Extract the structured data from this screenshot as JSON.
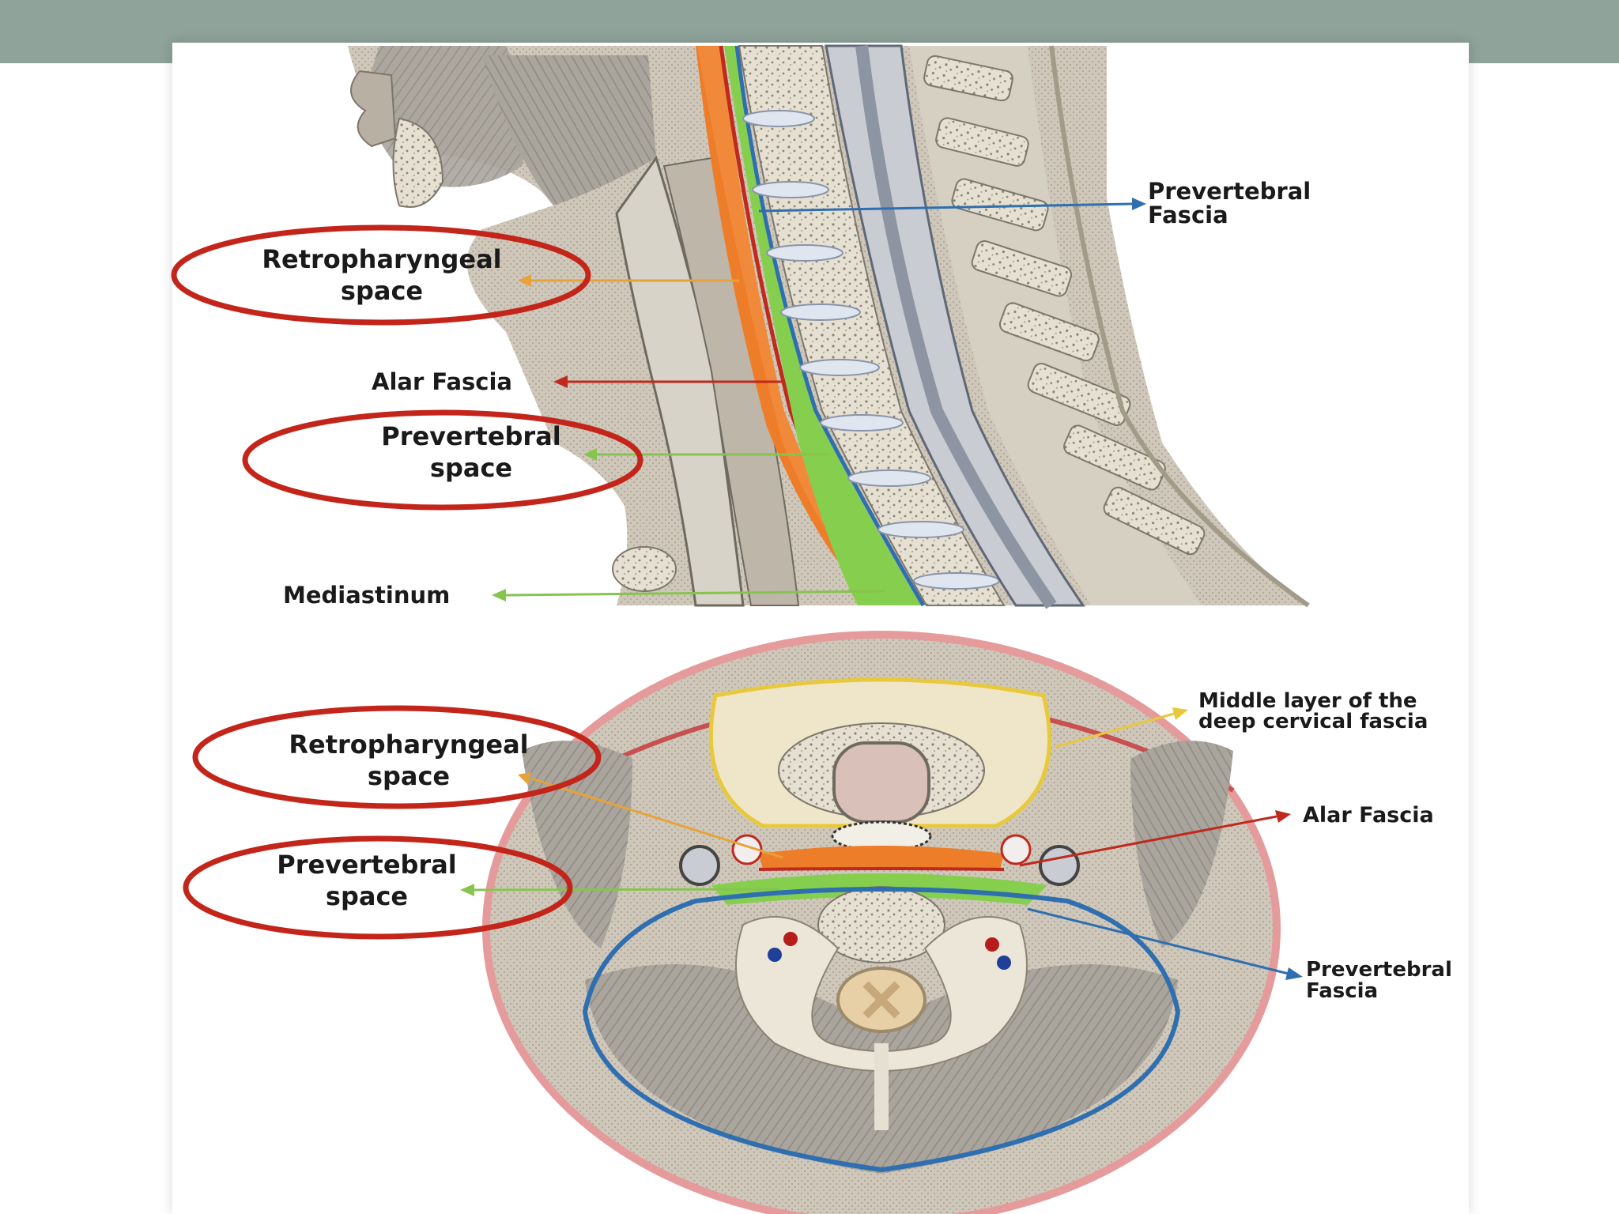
{
  "colors": {
    "top_bar": "#8fa39a",
    "retropharyngeal": "#ee7d2a",
    "prevertebral_space": "#86cf4e",
    "prevertebral_fascia": "#2f6fb0",
    "alar_fascia": "#c02a1e",
    "middle_layer": "#e8c93c",
    "highlight_ellipse": "#c4251a"
  },
  "sagittal": {
    "prevertebral_fascia_label": [
      "Prevertebral",
      "Fascia"
    ],
    "retropharyngeal_label": [
      "Retropharyngeal",
      "space"
    ],
    "alar_fascia_label": "Alar Fascia",
    "prevertebral_space_label": [
      "Prevertebral",
      "space"
    ],
    "mediastinum_label": "Mediastinum"
  },
  "axial": {
    "middle_layer_label": [
      "Middle layer of the",
      "deep cervical fascia"
    ],
    "retropharyngeal_label": [
      "Retropharyngeal",
      "space"
    ],
    "alar_fascia_label": "Alar Fascia",
    "prevertebral_space_label": [
      "Prevertebral",
      "space"
    ],
    "prevertebral_fascia_label": [
      "Prevertebral",
      "Fascia"
    ]
  }
}
